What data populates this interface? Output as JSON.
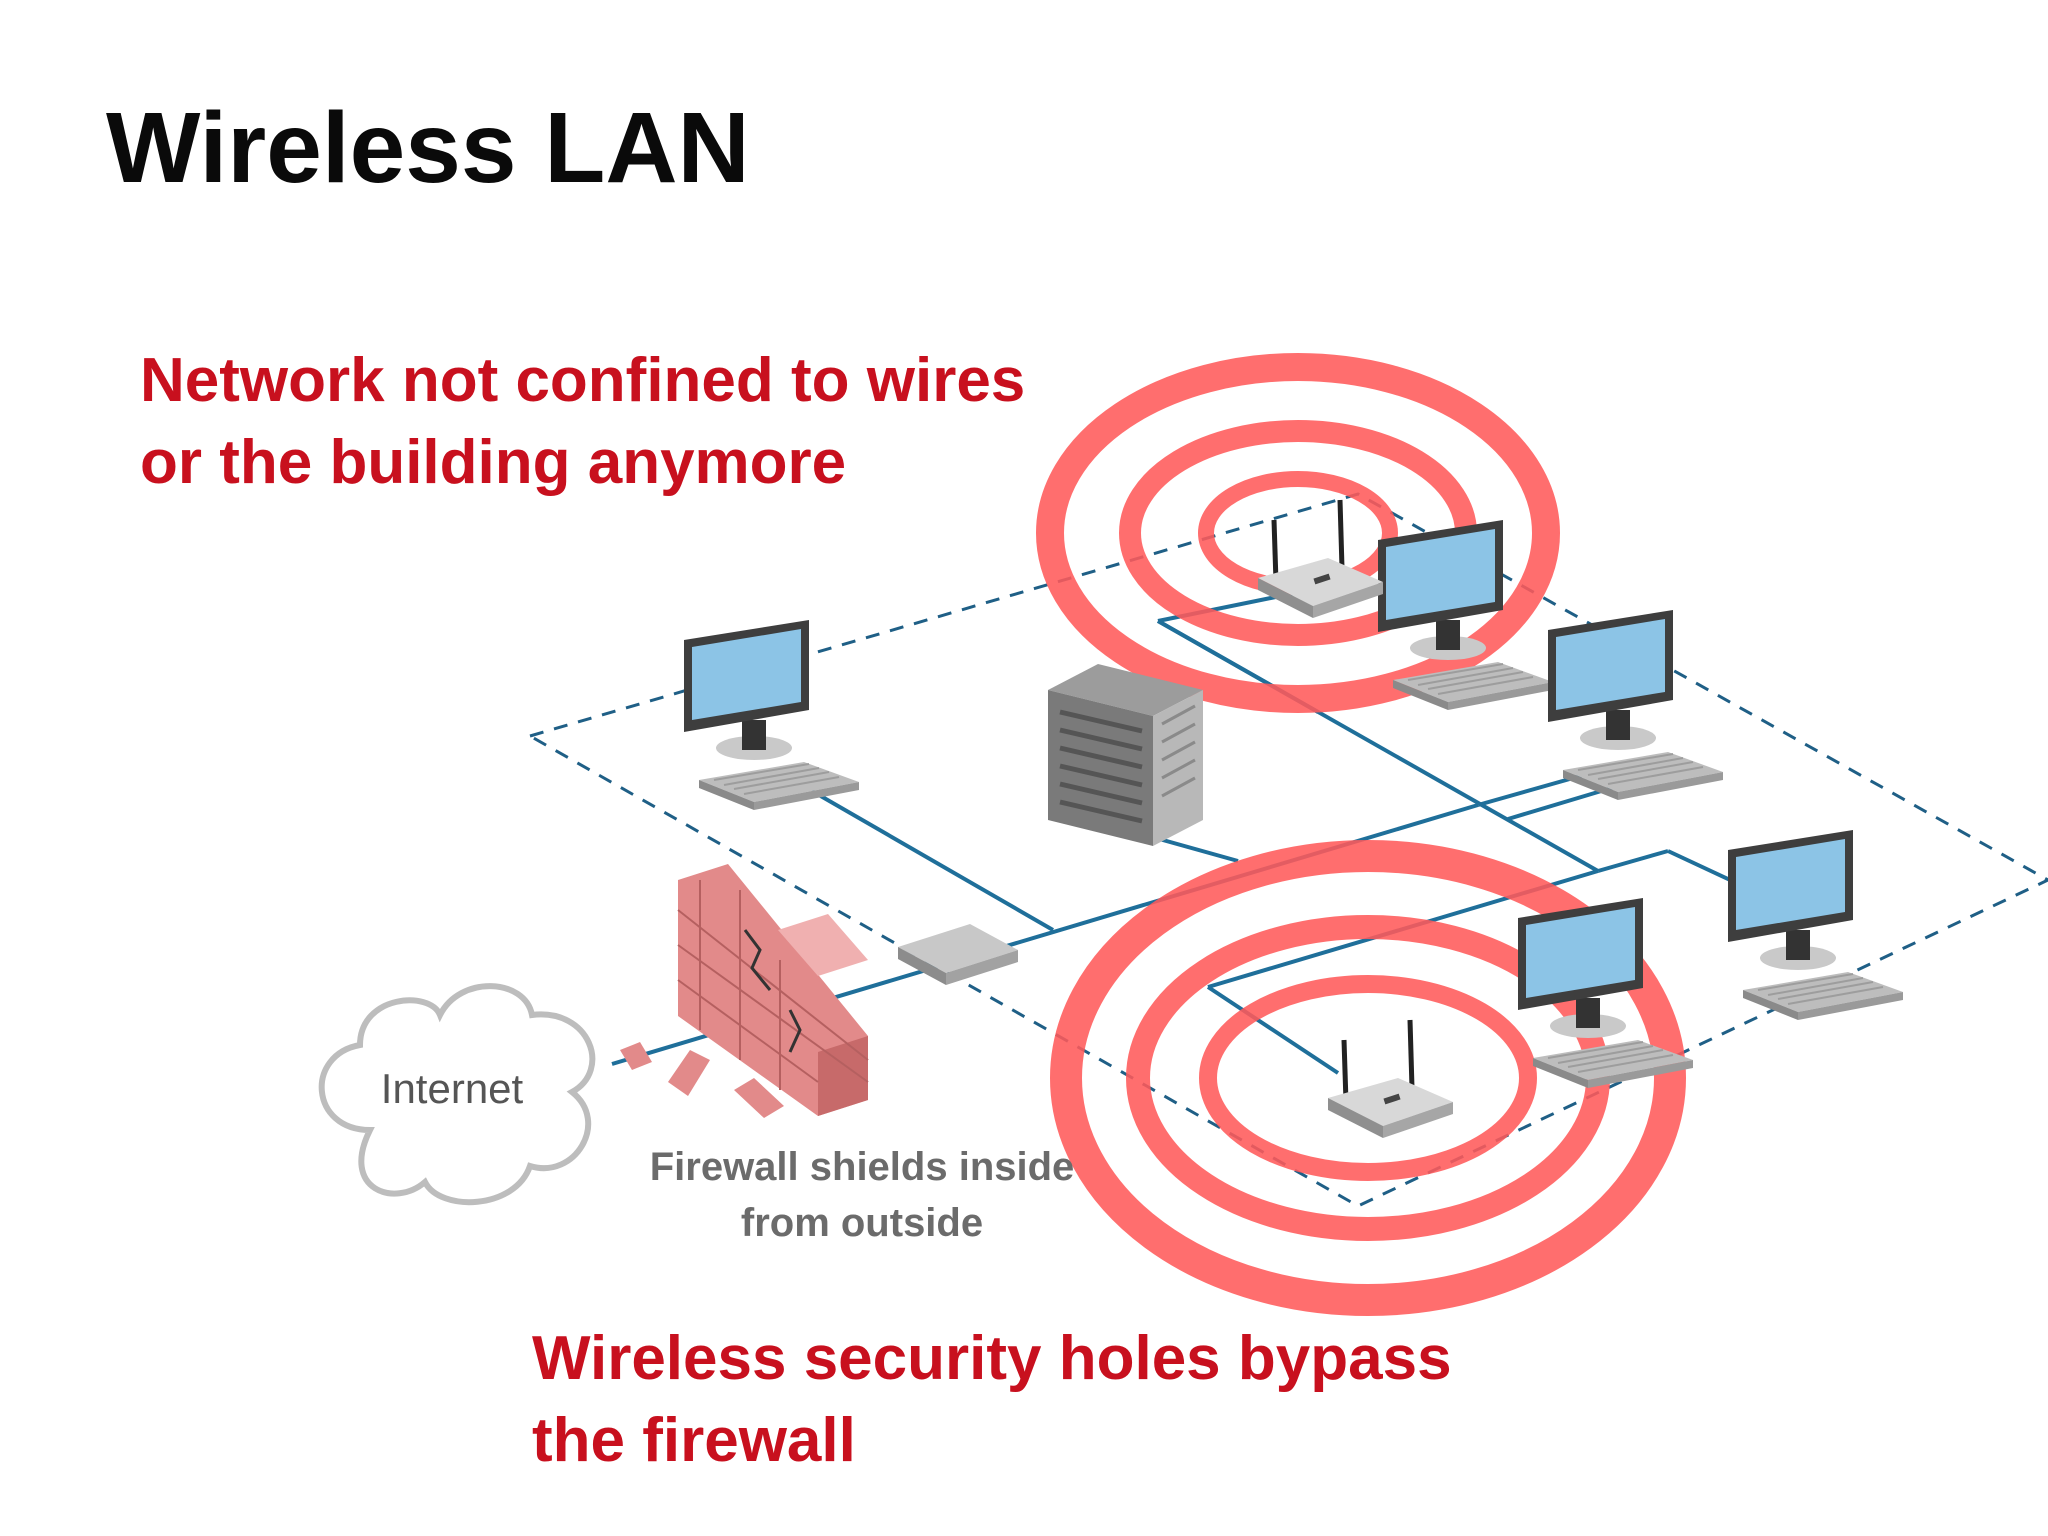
{
  "slide": {
    "title": "Wireless LAN",
    "callout_top": [
      "Network not confined to wires",
      "or the building anymore"
    ],
    "callout_bottom": [
      "Wireless security holes bypass",
      "the firewall"
    ],
    "internet_label": "Internet",
    "firewall_caption": [
      "Firewall shields inside",
      "from outside"
    ]
  },
  "colors": {
    "title": "#0a0a0a",
    "callout": "#c8101e",
    "caption": "#6b6b6b",
    "cable": "#1f6f9a",
    "ring": "#ff5a5a",
    "screen": "#8cc4e6"
  },
  "icons": [
    "access-point-icon",
    "desktop-computer-icon",
    "server-icon",
    "network-switch-icon",
    "brick-firewall-icon",
    "internet-cloud-icon"
  ]
}
